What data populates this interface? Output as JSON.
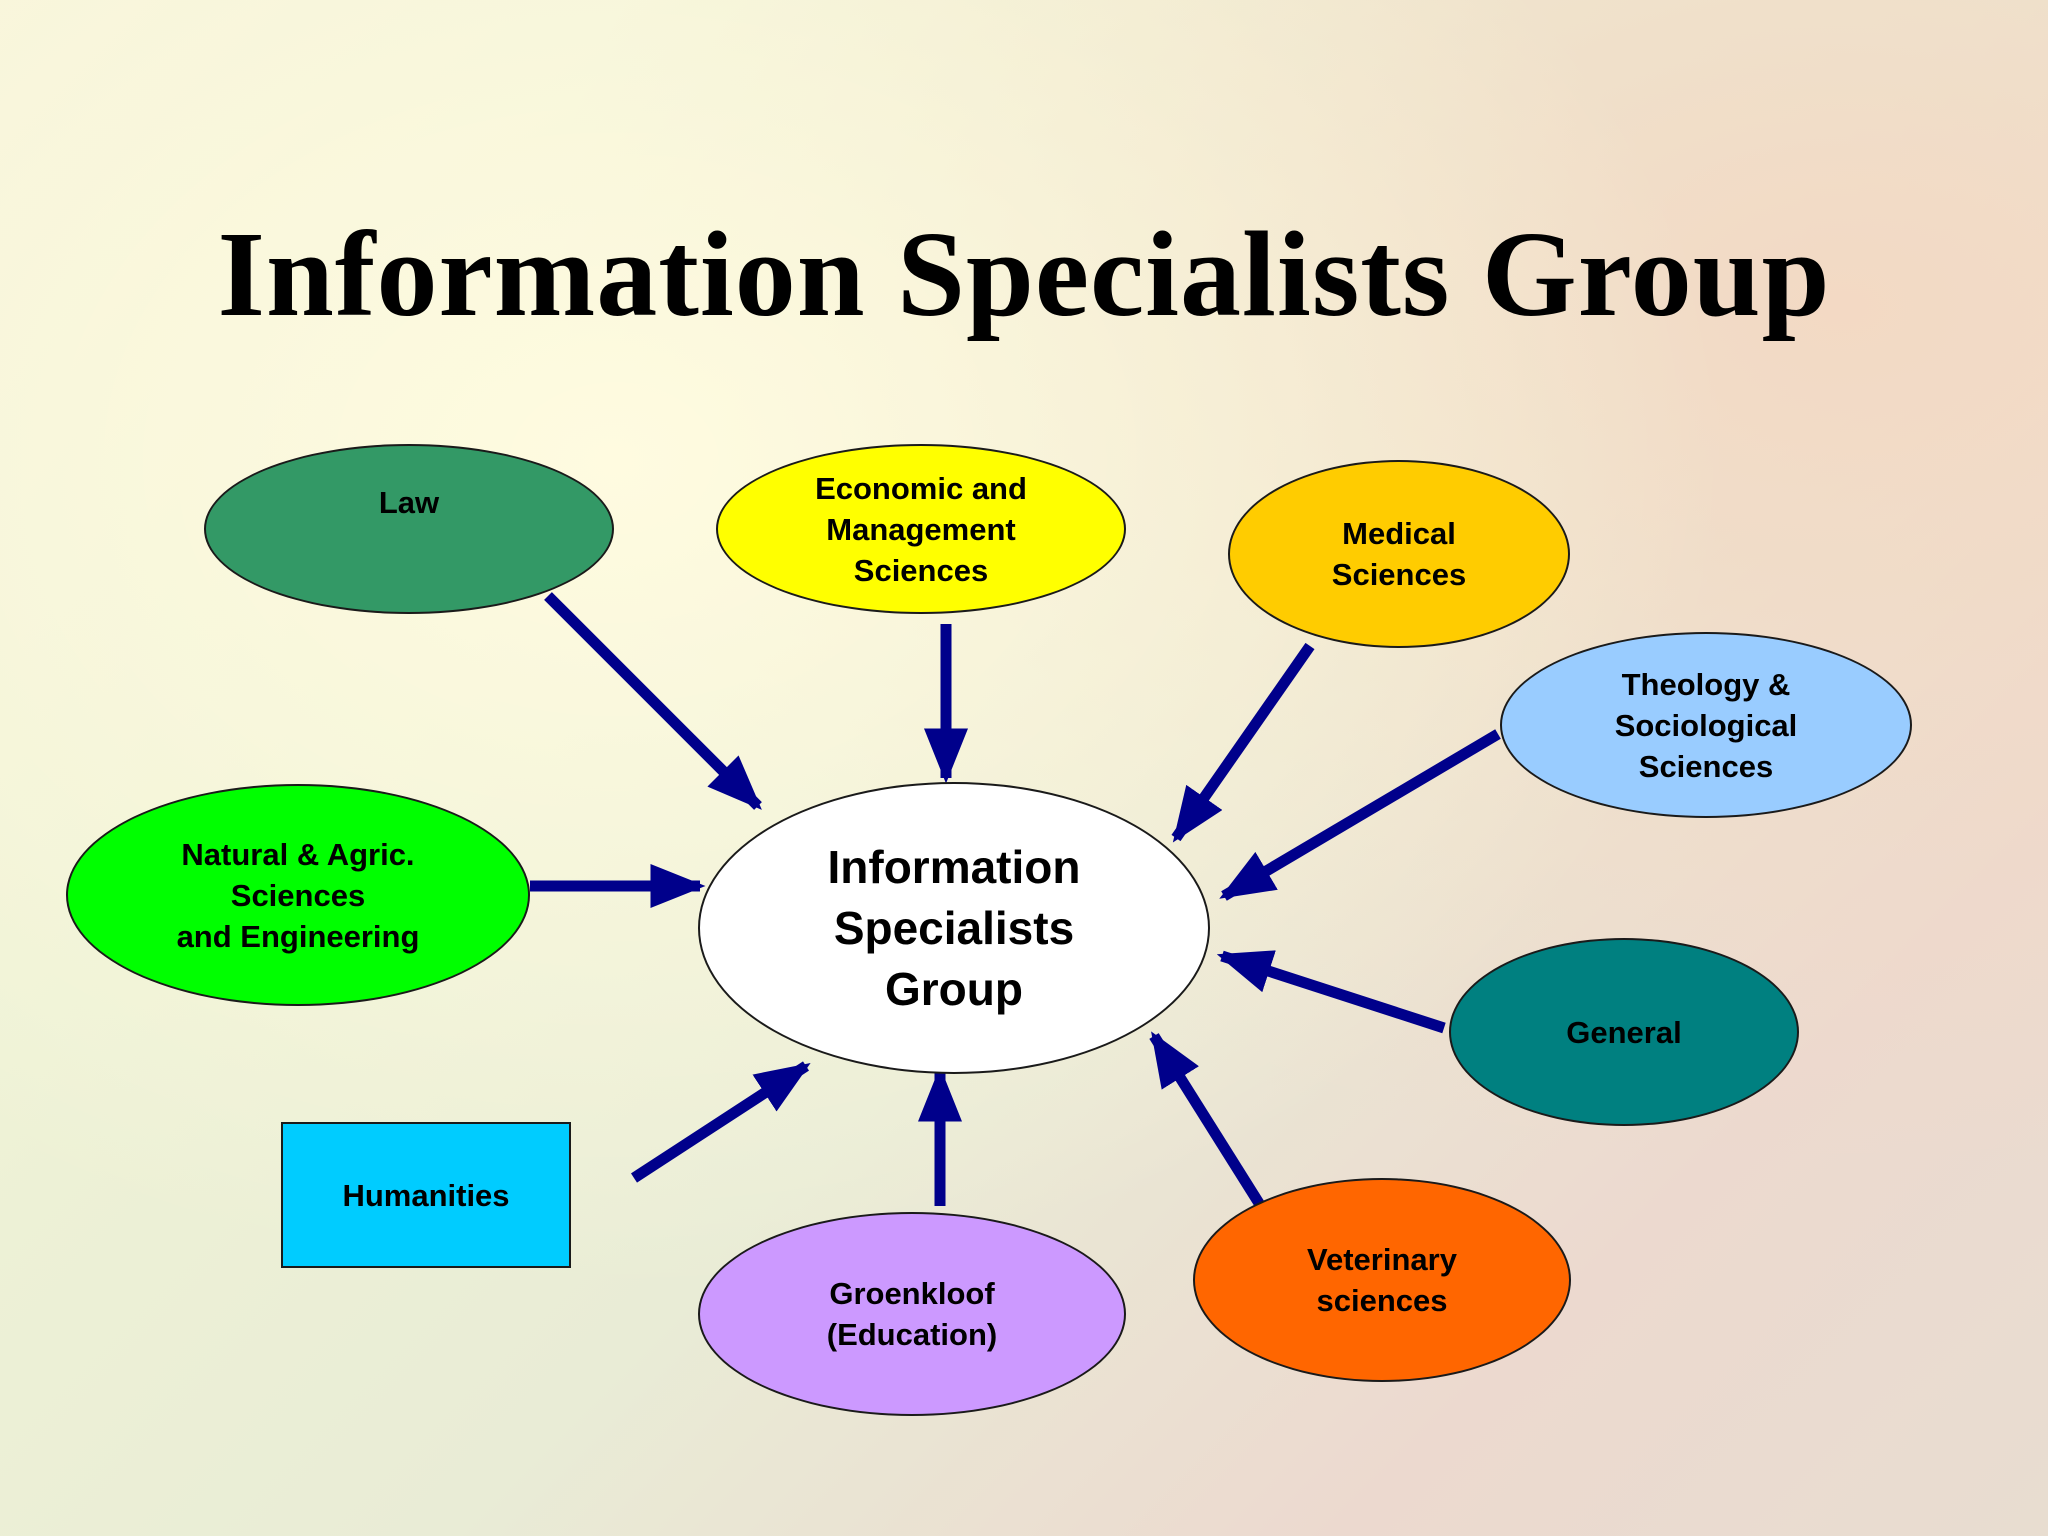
{
  "title": "Information Specialists Group",
  "colors": {
    "arrow": "#00008b",
    "law": "#339966",
    "economic": "#ffff00",
    "medical": "#ffcc00",
    "theology": "#99ccff",
    "natural": "#00ff00",
    "center": "#ffffff",
    "general": "#008080",
    "humanities": "#00ccff",
    "groenkloof": "#cc99ff",
    "veterinary": "#ff6600"
  },
  "nodes": {
    "law": "Law",
    "economic": "Economic and\nManagement\nSciences",
    "medical": "Medical\nSciences",
    "theology": "Theology &\nSociological\nSciences",
    "natural": "Natural &  Agric.\nSciences\nand  Engineering",
    "center": "Information\nSpecialists\nGroup",
    "general": "General",
    "humanities": "Humanities",
    "groenkloof": "Groenkloof\n(Education)",
    "veterinary": "Veterinary\nsciences"
  }
}
